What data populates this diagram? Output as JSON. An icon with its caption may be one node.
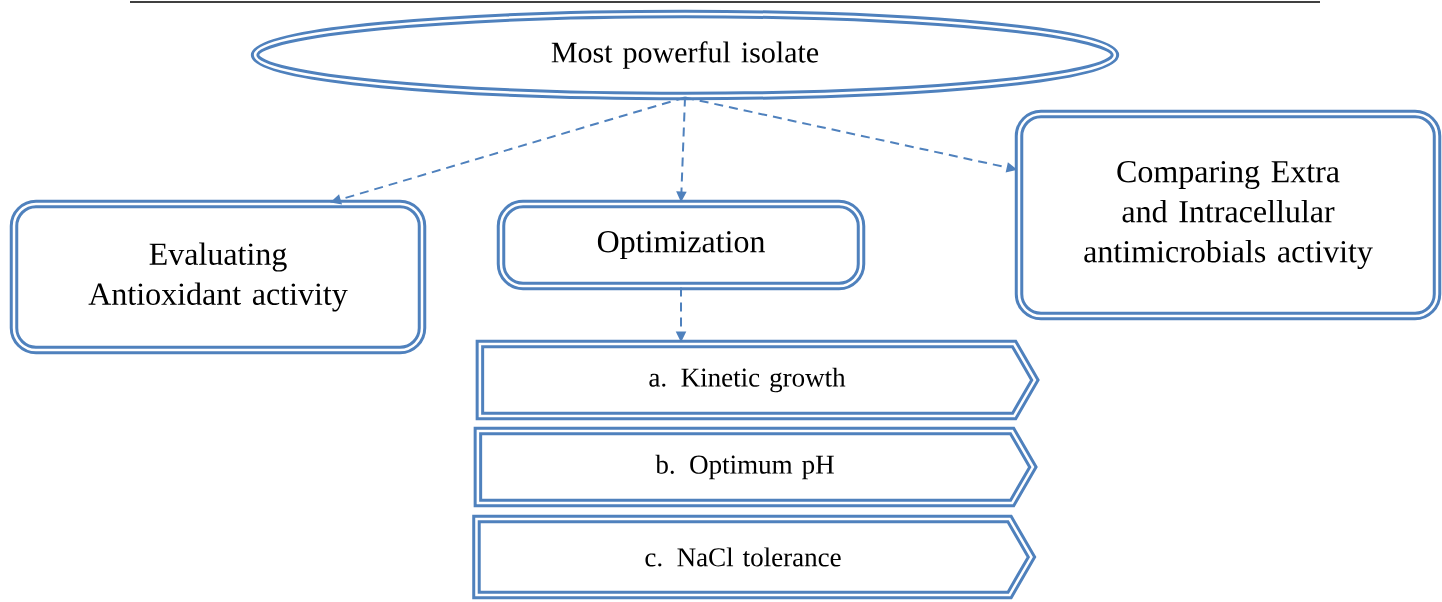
{
  "diagram": {
    "nodes": [
      {
        "text": [
          "Most powerful isolate"
        ]
      },
      {
        "text": [
          "Evaluating Antioxidant activity"
        ]
      },
      {
        "text": [
          "Optimization"
        ]
      },
      {
        "text": [
          "Comparing Extra and Intracellular antimicrobials activity"
        ]
      },
      {
        "text": [
          "a. Kinetic growth"
        ]
      },
      {
        "text": [
          "b. Optimum pH"
        ]
      },
      {
        "text": [
          "c. NaCl tolerance"
        ]
      }
    ],
    "edges": [
      {
        "from": 0,
        "to": 1,
        "arrow": "to",
        "style": "dashed"
      },
      {
        "from": 0,
        "to": 2,
        "arrow": "to",
        "style": "dashed"
      },
      {
        "from": 0,
        "to": 3,
        "arrow": "to",
        "style": "dashed"
      },
      {
        "from": 2,
        "to": 4,
        "arrow": "to",
        "style": "dashed"
      }
    ]
  }
}
